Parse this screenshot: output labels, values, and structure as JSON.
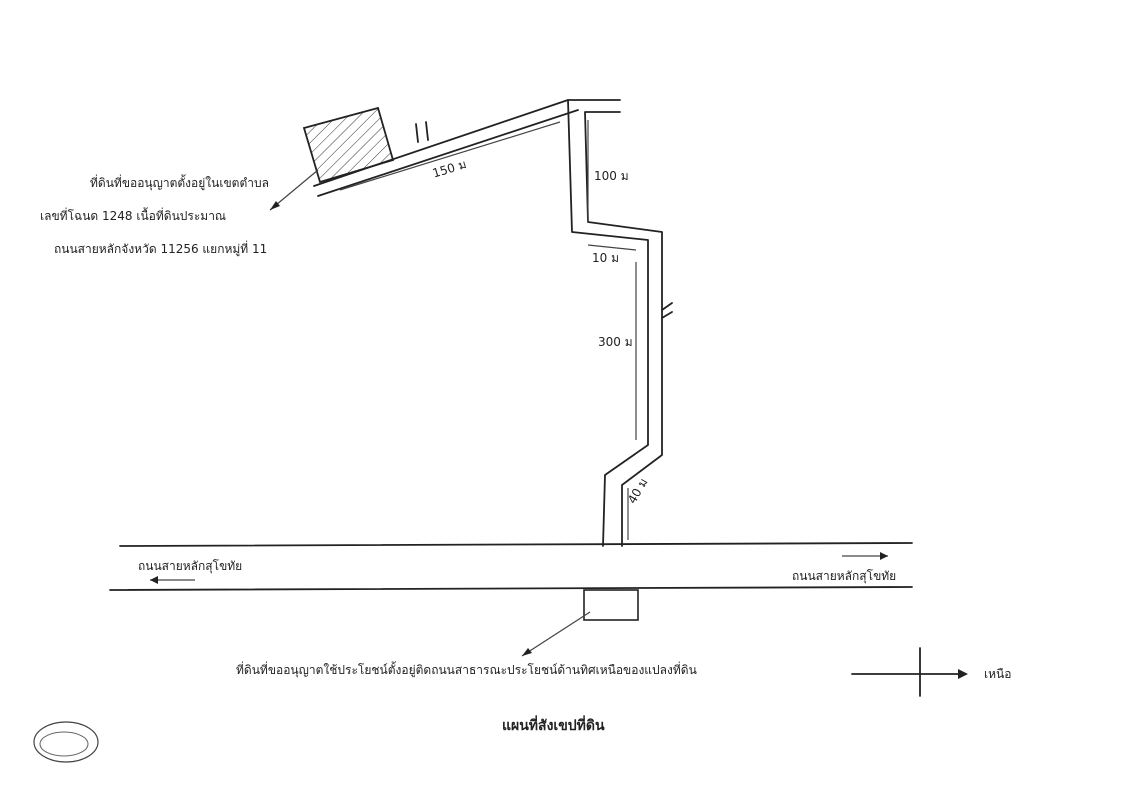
{
  "map": {
    "title": "แผนที่สังเขปที่ดิน",
    "note_lines": [
      "ที่ดินที่ขออนุญาตตั้งอยู่ในเขตตำบล",
      "เลขที่โฉนด 1248 เนื้อที่ดินประมาณ",
      "ถนนสายหลักจังหวัด 11256 แยกหมู่ที่ 11"
    ],
    "bottom_note": "ที่ดินที่ขออนุญาตใช้ประโยชน์ตั้งอยู่ติดถนนสาธารณะประโยชน์ด้านทิศเหนือของแปลงที่ดิน",
    "road_left_label": "ถนนสายหลักสุโขทัย",
    "road_right_label": "ถนนสายหลักสุโขทัย",
    "north_label": "เหนือ",
    "distances": {
      "top_road": "150 ม",
      "upper_vertical": "100 ม",
      "jog": "10 ม",
      "lower_vertical": "300 ม",
      "diagonal": "40 ม"
    },
    "colors": {
      "ink": "#222222",
      "paper": "#ffffff"
    }
  }
}
